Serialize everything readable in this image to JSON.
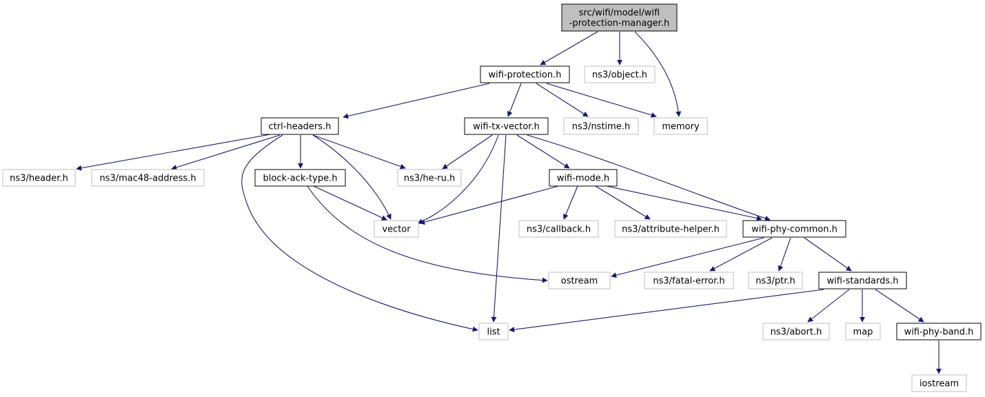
{
  "graph": {
    "title": "src/wifi/model/wifi-protection-manager.h include dependency graph",
    "colors": {
      "edge": "#191970",
      "root_fill": "#bfbfbf",
      "root_border": "#000000",
      "documented_border": "#000000",
      "external_border": "#bfbfbf",
      "fill": "#ffffff"
    },
    "nodes": [
      {
        "id": "root",
        "lines": [
          "src/wifi/model/wifi",
          "-protection-manager.h"
        ],
        "kind": "root"
      },
      {
        "id": "wifi-protection",
        "lines": [
          "wifi-protection.h"
        ],
        "kind": "documented"
      },
      {
        "id": "object",
        "lines": [
          "ns3/object.h"
        ],
        "kind": "external"
      },
      {
        "id": "memory",
        "lines": [
          "memory"
        ],
        "kind": "external"
      },
      {
        "id": "ctrl-headers",
        "lines": [
          "ctrl-headers.h"
        ],
        "kind": "documented"
      },
      {
        "id": "wifi-tx-vector",
        "lines": [
          "wifi-tx-vector.h"
        ],
        "kind": "documented"
      },
      {
        "id": "nstime",
        "lines": [
          "ns3/nstime.h"
        ],
        "kind": "external"
      },
      {
        "id": "header",
        "lines": [
          "ns3/header.h"
        ],
        "kind": "external"
      },
      {
        "id": "mac48",
        "lines": [
          "ns3/mac48-address.h"
        ],
        "kind": "external"
      },
      {
        "id": "block-ack-type",
        "lines": [
          "block-ack-type.h"
        ],
        "kind": "documented"
      },
      {
        "id": "he-ru",
        "lines": [
          "ns3/he-ru.h"
        ],
        "kind": "external"
      },
      {
        "id": "wifi-mode",
        "lines": [
          "wifi-mode.h"
        ],
        "kind": "documented"
      },
      {
        "id": "vector",
        "lines": [
          "vector"
        ],
        "kind": "external"
      },
      {
        "id": "callback",
        "lines": [
          "ns3/callback.h"
        ],
        "kind": "external"
      },
      {
        "id": "attribute-helper",
        "lines": [
          "ns3/attribute-helper.h"
        ],
        "kind": "external"
      },
      {
        "id": "wifi-phy-common",
        "lines": [
          "wifi-phy-common.h"
        ],
        "kind": "documented"
      },
      {
        "id": "ostream",
        "lines": [
          "ostream"
        ],
        "kind": "external"
      },
      {
        "id": "fatal-error",
        "lines": [
          "ns3/fatal-error.h"
        ],
        "kind": "external"
      },
      {
        "id": "ptr",
        "lines": [
          "ns3/ptr.h"
        ],
        "kind": "external"
      },
      {
        "id": "wifi-standards",
        "lines": [
          "wifi-standards.h"
        ],
        "kind": "documented"
      },
      {
        "id": "list",
        "lines": [
          "list"
        ],
        "kind": "external"
      },
      {
        "id": "abort",
        "lines": [
          "ns3/abort.h"
        ],
        "kind": "external"
      },
      {
        "id": "map",
        "lines": [
          "map"
        ],
        "kind": "external"
      },
      {
        "id": "wifi-phy-band",
        "lines": [
          "wifi-phy-band.h"
        ],
        "kind": "documented"
      },
      {
        "id": "iostream",
        "lines": [
          "iostream"
        ],
        "kind": "external"
      }
    ],
    "edges": [
      {
        "from": "root",
        "to": "wifi-protection"
      },
      {
        "from": "root",
        "to": "object"
      },
      {
        "from": "root",
        "to": "memory"
      },
      {
        "from": "wifi-protection",
        "to": "ctrl-headers"
      },
      {
        "from": "wifi-protection",
        "to": "wifi-tx-vector"
      },
      {
        "from": "wifi-protection",
        "to": "nstime"
      },
      {
        "from": "wifi-protection",
        "to": "memory"
      },
      {
        "from": "ctrl-headers",
        "to": "header"
      },
      {
        "from": "ctrl-headers",
        "to": "mac48"
      },
      {
        "from": "ctrl-headers",
        "to": "block-ack-type"
      },
      {
        "from": "ctrl-headers",
        "to": "he-ru"
      },
      {
        "from": "ctrl-headers",
        "to": "vector"
      },
      {
        "from": "ctrl-headers",
        "to": "list"
      },
      {
        "from": "block-ack-type",
        "to": "vector"
      },
      {
        "from": "block-ack-type",
        "to": "ostream"
      },
      {
        "from": "wifi-tx-vector",
        "to": "he-ru"
      },
      {
        "from": "wifi-tx-vector",
        "to": "wifi-mode"
      },
      {
        "from": "wifi-tx-vector",
        "to": "vector"
      },
      {
        "from": "wifi-tx-vector",
        "to": "list"
      },
      {
        "from": "wifi-tx-vector",
        "to": "wifi-phy-common"
      },
      {
        "from": "wifi-mode",
        "to": "vector"
      },
      {
        "from": "wifi-mode",
        "to": "callback"
      },
      {
        "from": "wifi-mode",
        "to": "attribute-helper"
      },
      {
        "from": "wifi-mode",
        "to": "wifi-phy-common"
      },
      {
        "from": "wifi-phy-common",
        "to": "ostream"
      },
      {
        "from": "wifi-phy-common",
        "to": "fatal-error"
      },
      {
        "from": "wifi-phy-common",
        "to": "ptr"
      },
      {
        "from": "wifi-phy-common",
        "to": "wifi-standards"
      },
      {
        "from": "wifi-standards",
        "to": "list"
      },
      {
        "from": "wifi-standards",
        "to": "abort"
      },
      {
        "from": "wifi-standards",
        "to": "map"
      },
      {
        "from": "wifi-standards",
        "to": "wifi-phy-band"
      },
      {
        "from": "wifi-phy-band",
        "to": "iostream"
      }
    ]
  }
}
